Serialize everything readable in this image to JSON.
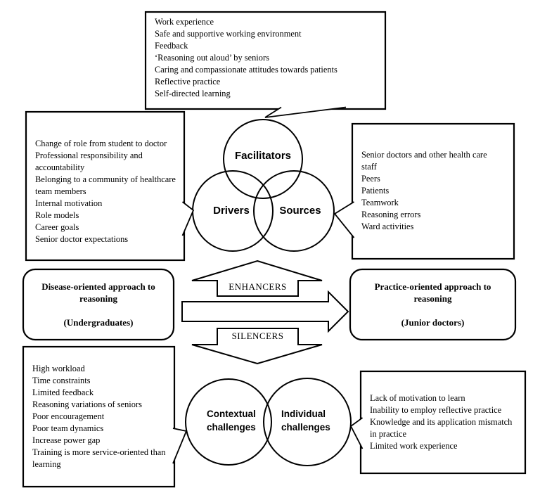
{
  "figure": {
    "background": "#ffffff",
    "ink": "#000000"
  },
  "venn": {
    "facilitators_label": "Facilitators",
    "drivers_label": "Drivers",
    "sources_label": "Sources"
  },
  "boxes": {
    "facilitators_items": {
      "lines": [
        "Work experience",
        "Safe and supportive working environment",
        "Feedback",
        "‘Reasoning out aloud’ by seniors",
        "Caring and compassionate attitudes towards patients",
        "Reflective practice",
        "Self-directed learning"
      ]
    },
    "drivers_items": {
      "lines": [
        "Change of role from student to doctor",
        "Professional responsibility and",
        "accountability",
        "Belonging to a community of healthcare",
        "team members",
        "Internal motivation",
        "Role models",
        "Career goals",
        "Senior doctor expectations"
      ]
    },
    "sources_items": {
      "lines": [
        "Senior doctors and other health care",
        "staff",
        "Peers",
        "Patients",
        "Teamwork",
        "Reasoning errors",
        "Ward activities"
      ]
    },
    "contextual_items": {
      "lines": [
        "High workload",
        "Time constraints",
        "Limited feedback",
        "Reasoning variations of seniors",
        "Poor encouragement",
        "Poor team dynamics",
        "Increase power gap",
        "Training is more service-oriented than",
        "learning"
      ]
    },
    "individual_items": {
      "lines": [
        "Lack of motivation to learn",
        "Inability to employ reflective practice",
        "Knowledge and its application mismatch",
        "in practice",
        "Limited work experience"
      ]
    }
  },
  "flow": {
    "left_box": {
      "title": "Disease-oriented approach to reasoning",
      "subtitle": "(Undergraduates)"
    },
    "right_box": {
      "title": "Practice-oriented approach to reasoning",
      "subtitle": "(Junior doctors)"
    },
    "up_arrow_label": "ENHANCERS",
    "down_arrow_label": "SILENCERS"
  },
  "challenges": {
    "contextual": {
      "line1": "Contextual",
      "line2": "challenges"
    },
    "individual": {
      "line1": "Individual",
      "line2": "challenges"
    }
  }
}
